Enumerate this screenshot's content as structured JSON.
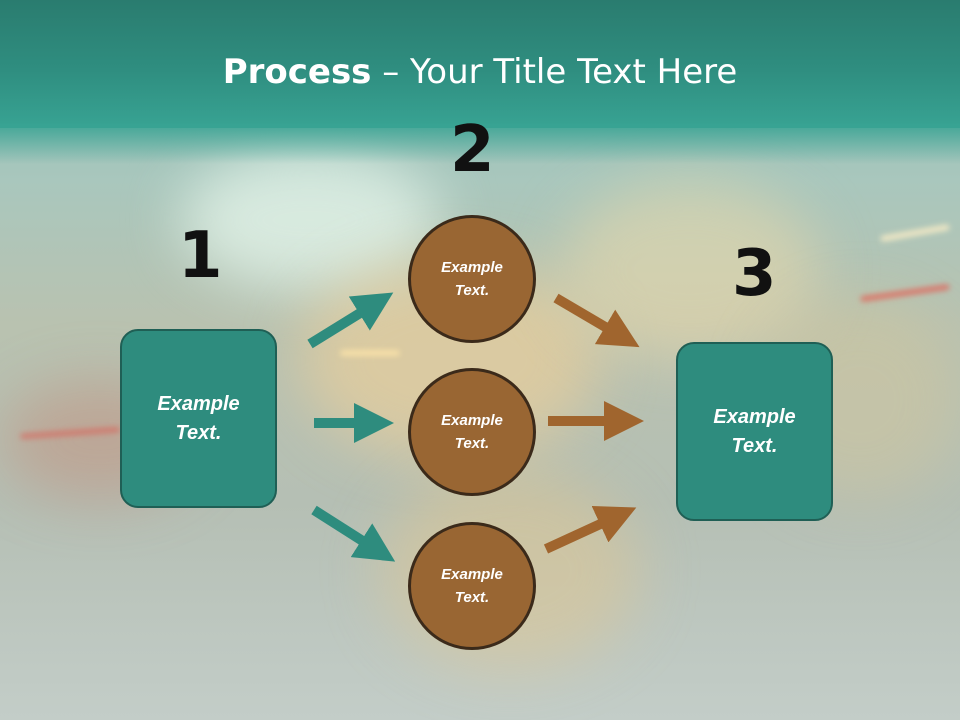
{
  "title": {
    "bold": "Process",
    "rest": " – Your Title Text Here"
  },
  "steps": {
    "one": {
      "number": "1",
      "text": "Example Text."
    },
    "two": {
      "number": "2"
    },
    "three": {
      "number": "3",
      "text": "Example Text."
    }
  },
  "circles": [
    {
      "text": "Example Text."
    },
    {
      "text": "Example Text."
    },
    {
      "text": "Example Text."
    }
  ],
  "colors": {
    "box_fill": "#2e8c7e",
    "circle_fill": "#996633",
    "teal_arrow": "#2e8c7e",
    "brown_arrow": "#a0652e"
  }
}
